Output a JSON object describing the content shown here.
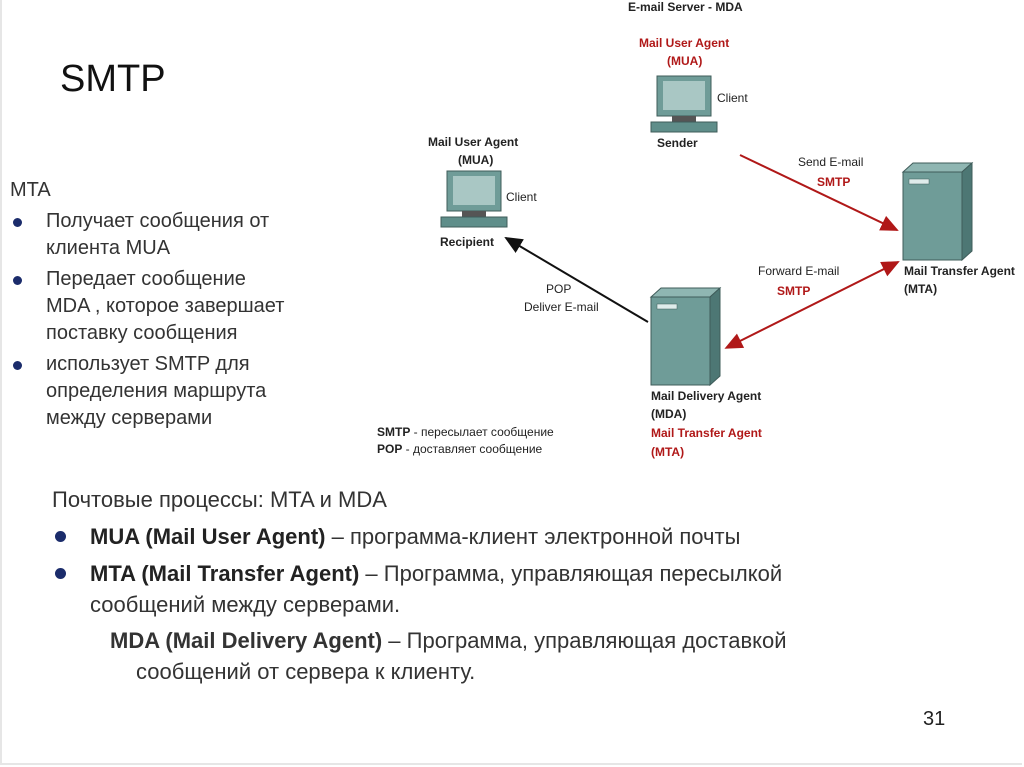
{
  "slide": {
    "title": "SMTP",
    "page_number": "31"
  },
  "left": {
    "heading": "MTA",
    "bullets": [
      {
        "line1": "Получает сообщения от",
        "line2": "клиента  MUA"
      },
      {
        "line1": "Передает сообщение",
        "line2": "MDA , которое завершает",
        "line3": "поставку сообщения"
      },
      {
        "line1": "использует SMTP для",
        "line2": "определения маршрута",
        "line3": "между серверами"
      }
    ]
  },
  "diagram": {
    "server_title": "E-mail Server - MDA",
    "sender": {
      "agent": "Mail User Agent",
      "abbr": "(MUA)",
      "client": "Client",
      "role": "Sender"
    },
    "recipient": {
      "agent": "Mail User Agent",
      "abbr": "(MUA)",
      "client": "Client",
      "role": "Recipient"
    },
    "send": {
      "line1": "Send E-mail",
      "proto": "SMTP"
    },
    "forward": {
      "line1": "Forward E-mail",
      "proto": "SMTP"
    },
    "deliver": {
      "proto": "POP",
      "line1": "Deliver E-mail"
    },
    "mta_server": {
      "name": "Mail Transfer Agent",
      "abbr": "(MTA)"
    },
    "mda_server": {
      "name": "Mail Delivery Agent",
      "abbr": "(MDA)",
      "name2": "Mail Transfer Agent",
      "abbr2": "(MTA)"
    },
    "legend": [
      {
        "proto": "SMTP",
        "desc": " -  пересылает сообщение"
      },
      {
        "proto": "POP",
        "desc": "   - доставляет сообщение"
      }
    ],
    "colors": {
      "server": "#6f9c98",
      "arrow_red": "#b01818",
      "arrow_black": "#111111"
    }
  },
  "bottom": {
    "heading": "Почтовые процессы: MTA и MDA",
    "items": [
      {
        "bold": "MUA (Mail User Agent)",
        "rest": " – программа-клиент электронной почты"
      },
      {
        "bold": "MTA (Mail Transfer Agent)",
        "rest": "  – Программа, управляющая пересылкой",
        "rest2": "сообщений между серверами."
      }
    ],
    "mda": {
      "bold": "MDA (Mail Delivery Agent)",
      "rest": " – Программа, управляющая доставкой",
      "rest2": "сообщений от сервера к клиенту."
    }
  }
}
